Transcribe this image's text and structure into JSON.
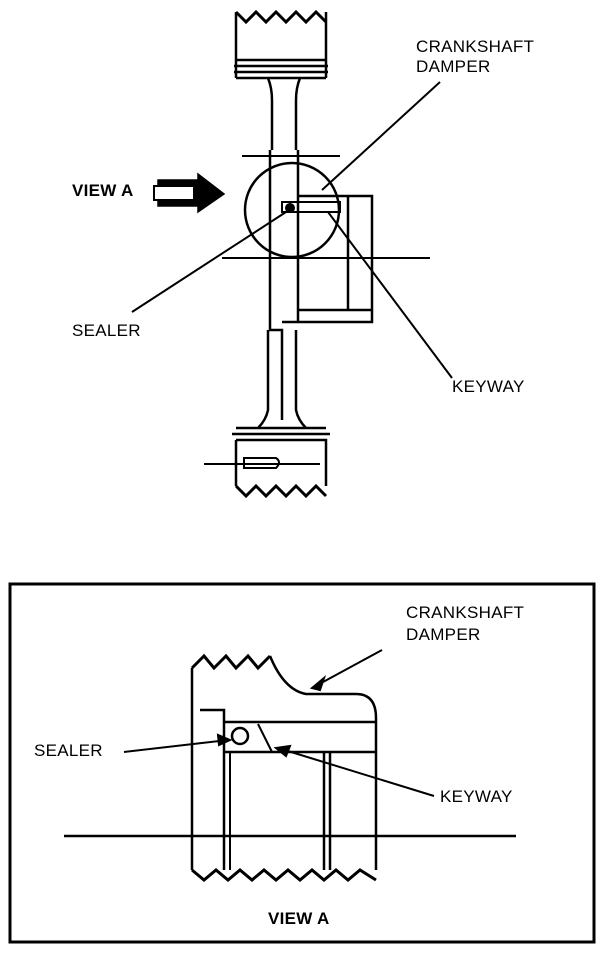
{
  "labels": {
    "top_crankshaft_line1": "CRANKSHAFT",
    "top_crankshaft_line2": "DAMPER",
    "view_a_arrow": "VIEW A",
    "top_sealer": "SEALER",
    "top_keyway": "KEYWAY",
    "detail_crankshaft_line1": "CRANKSHAFT",
    "detail_crankshaft_line2": "DAMPER",
    "detail_sealer": "SEALER",
    "detail_keyway": "KEYWAY",
    "detail_caption": "VIEW A"
  }
}
